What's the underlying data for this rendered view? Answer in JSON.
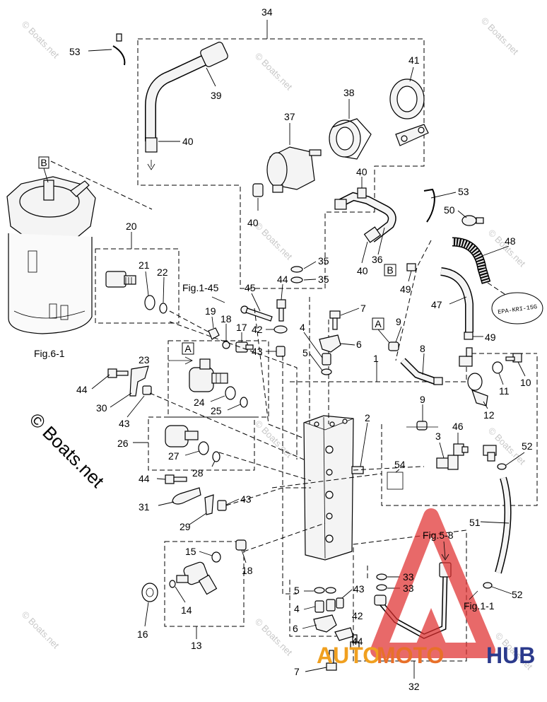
{
  "watermark_text": "© Boats.net",
  "brand": {
    "left": "AUTO",
    "middle": "MOTO",
    "right": "HUB",
    "color_left": "#f0a020",
    "color_middle": "#e8702a",
    "color_right": "#2b3a8c",
    "triangle_color": "#e03030"
  },
  "refs": {
    "fig_6_1": "Fig.6-1",
    "fig_1_45": "Fig.1-45",
    "fig_5_8": "Fig.5-8",
    "fig_1_1": "Fig.1-1",
    "box_a": "A",
    "box_b": "B",
    "epa_tag": "EPA-KRI-15G"
  },
  "callouts": {
    "c1": "1",
    "c2": "2",
    "c3": "3",
    "c4a": "4",
    "c4b": "4",
    "c5a": "5",
    "c5b": "5",
    "c6a": "6",
    "c6b": "6",
    "c7a": "7",
    "c7b": "7",
    "c8": "8",
    "c9a": "9",
    "c9b": "9",
    "c10": "10",
    "c11": "11",
    "c12": "12",
    "c13": "13",
    "c14": "14",
    "c15": "15",
    "c16": "16",
    "c17": "17",
    "c18a": "18",
    "c18b": "18",
    "c19": "19",
    "c20": "20",
    "c21": "21",
    "c22": "22",
    "c23": "23",
    "c24": "24",
    "c25": "25",
    "c26": "26",
    "c27": "27",
    "c28": "28",
    "c29": "29",
    "c30": "30",
    "c31": "31",
    "c32": "32",
    "c33a": "33",
    "c33b": "33",
    "c34": "34",
    "c35a": "35",
    "c35b": "35",
    "c36": "36",
    "c37": "37",
    "c38": "38",
    "c39": "39",
    "c40a": "40",
    "c40b": "40",
    "c40c": "40",
    "c40d": "40",
    "c41": "41",
    "c42a": "42",
    "c42b": "42",
    "c43a": "43",
    "c43b": "43",
    "c43c": "43",
    "c43d": "43",
    "c44a": "44",
    "c44b": "44",
    "c44c": "44",
    "c44d": "44",
    "c45": "45",
    "c46": "46",
    "c47": "47",
    "c48": "48",
    "c49a": "49",
    "c49b": "49",
    "c50": "50",
    "c51": "51",
    "c52a": "52",
    "c52b": "52",
    "c53a": "53",
    "c53b": "53",
    "c54": "54"
  }
}
